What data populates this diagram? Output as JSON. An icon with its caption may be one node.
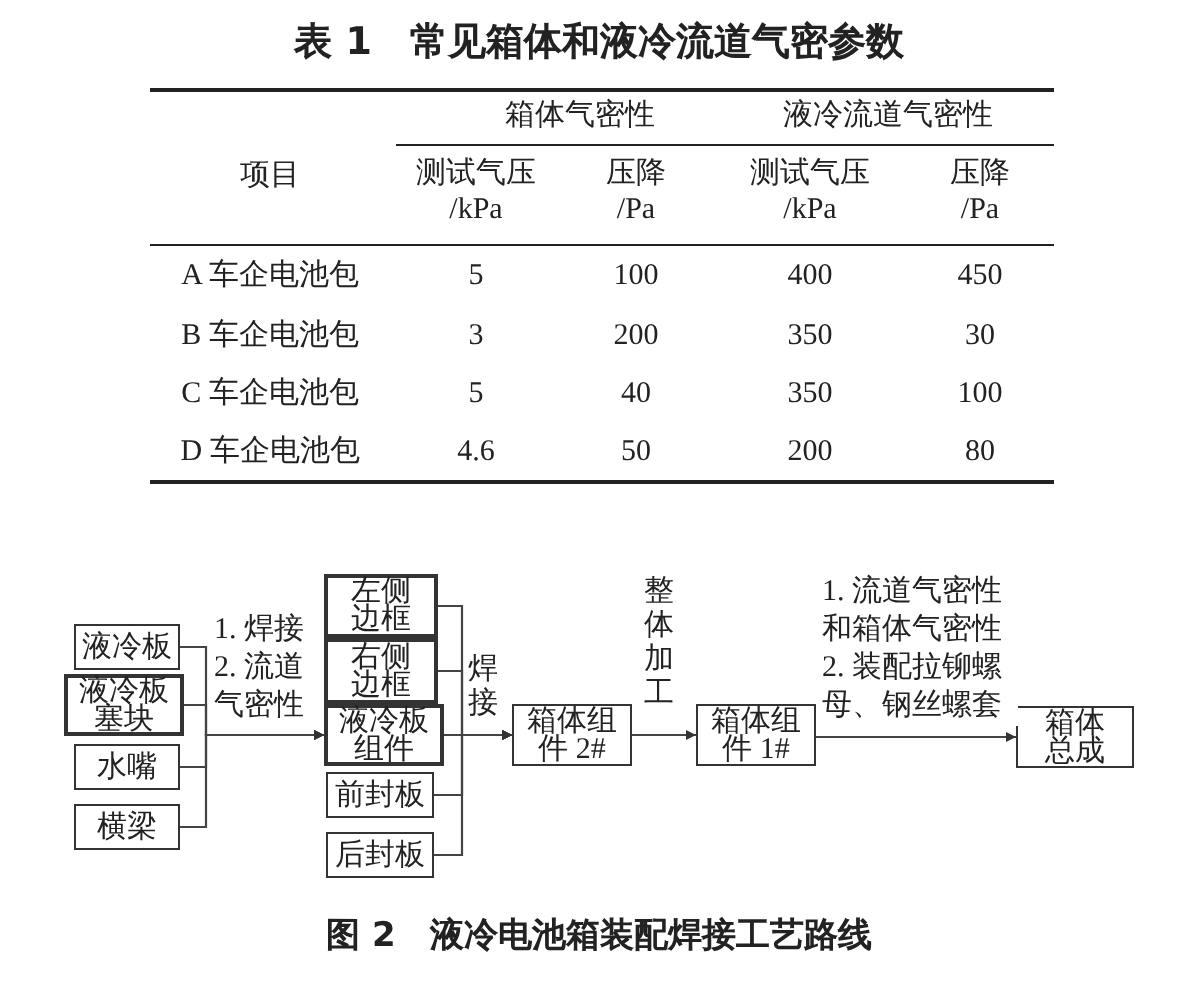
{
  "diagram": {
    "title": "表 1　常见箱体和液冷流道气密参数",
    "caption": "图 2　液冷电池箱装配焊接工艺路线",
    "nodes": [
      {
        "text": [
          "液冷板"
        ]
      },
      {
        "text": [
          "液冷板塞块"
        ]
      },
      {
        "text": [
          "水嘴"
        ]
      },
      {
        "text": [
          "横梁"
        ]
      },
      {
        "text": [
          "左侧边框"
        ]
      },
      {
        "text": [
          "右侧边框"
        ]
      },
      {
        "text": [
          "液冷板组件"
        ]
      },
      {
        "text": [
          "前封板"
        ]
      },
      {
        "text": [
          "后封板"
        ]
      },
      {
        "text": [
          "箱体组件 2#"
        ]
      },
      {
        "text": [
          "箱体组件 1#"
        ]
      },
      {
        "text": [
          "箱体总成"
        ]
      }
    ],
    "edges": [
      {
        "from": 0,
        "to": 6,
        "arrow": "to",
        "label": "1. 焊接 2. 流道气密性"
      },
      {
        "from": 1,
        "to": 6,
        "arrow": "to"
      },
      {
        "from": 2,
        "to": 6,
        "arrow": "to"
      },
      {
        "from": 3,
        "to": 6,
        "arrow": "to"
      },
      {
        "from": 4,
        "to": 9,
        "arrow": "to",
        "label": "焊接"
      },
      {
        "from": 5,
        "to": 9,
        "arrow": "to"
      },
      {
        "from": 6,
        "to": 9,
        "arrow": "to"
      },
      {
        "from": 7,
        "to": 9,
        "arrow": "to"
      },
      {
        "from": 8,
        "to": 9,
        "arrow": "to"
      },
      {
        "from": 9,
        "to": 10,
        "arrow": "to",
        "label": "整体加工"
      },
      {
        "from": 10,
        "to": 11,
        "arrow": "to",
        "label": "1. 流道气密性和箱体气密性 2. 装配拉铆螺母、钢丝螺套"
      }
    ],
    "labels": [
      "项目",
      "箱体气密性",
      "液冷流道气密性",
      "测试气压 /kPa",
      "压降 /Pa",
      "测试气压 /kPa",
      "压降 /Pa",
      "A 车企电池包",
      "5",
      "100",
      "400",
      "450",
      "B 车企电池包",
      "3",
      "200",
      "350",
      "30",
      "C 车企电池包",
      "5",
      "40",
      "350",
      "100",
      "D 车企电池包",
      "4.6",
      "50",
      "200",
      "80"
    ]
  }
}
